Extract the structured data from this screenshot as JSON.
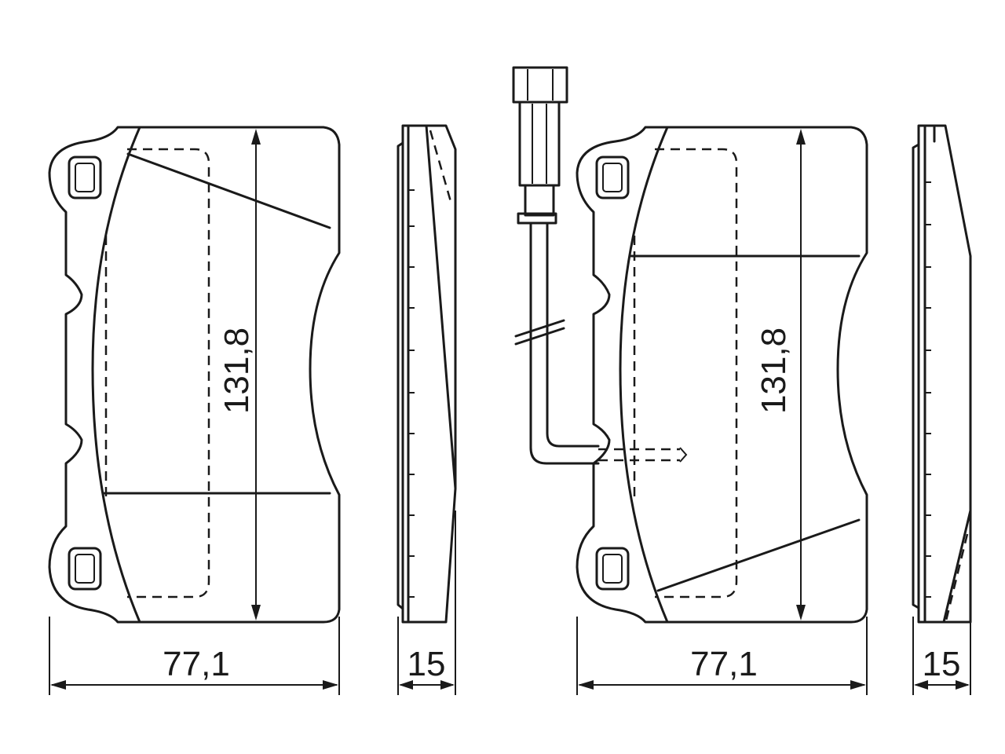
{
  "dimensions": {
    "left_pad_height": "131,8",
    "left_pad_width": "77,1",
    "left_pad_thickness": "15",
    "right_pad_height": "131,8",
    "right_pad_width": "77,1",
    "right_pad_thickness": "15"
  },
  "colors": {
    "line": "#1a1a1a",
    "background": "#ffffff"
  }
}
